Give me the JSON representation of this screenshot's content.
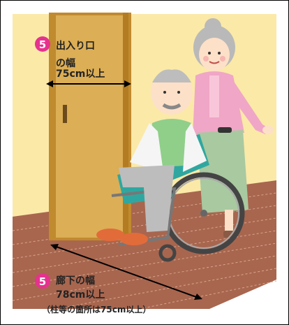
{
  "door_width": {
    "number": "5",
    "line1": "出入り口",
    "line2": "の幅",
    "line3": "75cm以上"
  },
  "hallway_width": {
    "number": "5",
    "line1": "廊下の幅",
    "line2": "78cm以上",
    "note": "（柱等の箇所は75cm以上）"
  },
  "colors": {
    "wall": "#fbe9a8",
    "door": "#dcae55",
    "floor": "#a8664f",
    "badge": "#e6328e"
  }
}
